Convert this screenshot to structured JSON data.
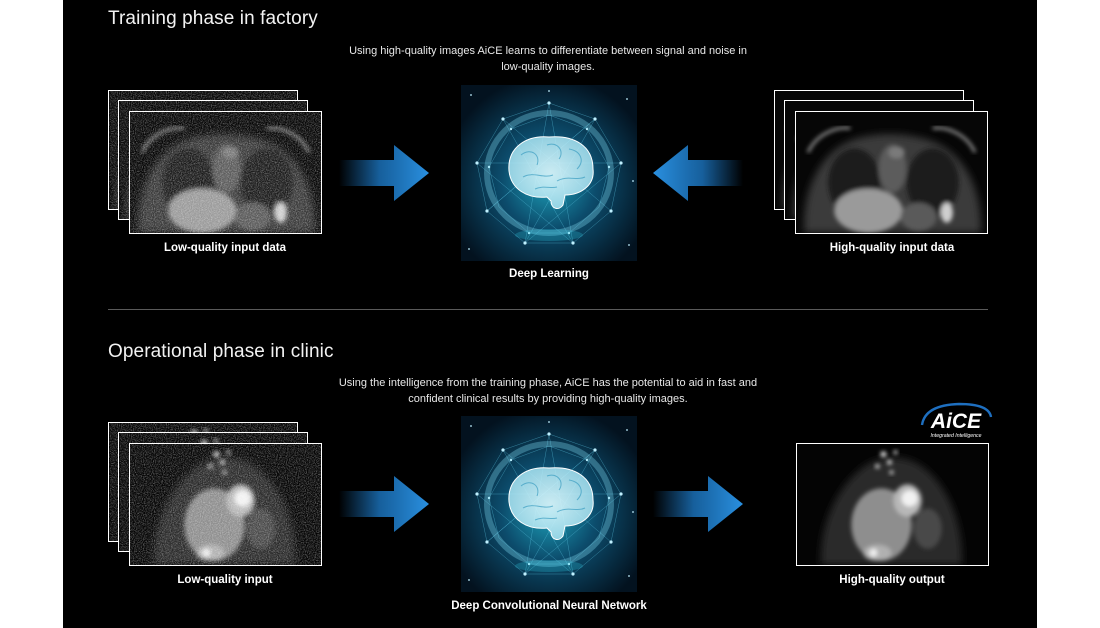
{
  "training": {
    "title": "Training phase in factory",
    "description": "Using high-quality images AiCE learns to differentiate between signal and noise in low-quality images.",
    "left_caption": "Low-quality input data",
    "center_caption": "Deep Learning",
    "right_caption": "High-quality input data"
  },
  "operational": {
    "title": "Operational phase in clinic",
    "description": "Using the intelligence from the training phase, AiCE has the potential to aid in fast and confident clinical results by providing high-quality images.",
    "left_caption": "Low-quality input",
    "center_caption": "Deep Convolutional Neural Network",
    "right_caption": "High-quality output"
  },
  "logo": {
    "name": "AiCE",
    "tagline": "Integrated Intelligence"
  },
  "colors": {
    "background": "#000000",
    "arrow_blue": "#1e7fd0",
    "glow": "#1aa6c8"
  }
}
